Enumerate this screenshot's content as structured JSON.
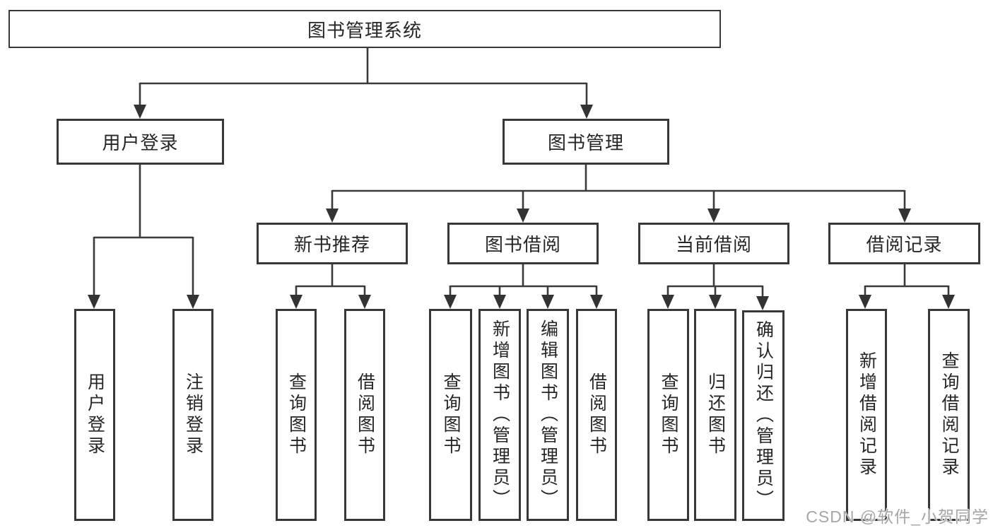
{
  "diagram": {
    "root": {
      "label": "图书管理系统"
    },
    "left_branch": {
      "label": "用户登录",
      "children": [
        {
          "label": "用户登录"
        },
        {
          "label": "注销登录"
        }
      ]
    },
    "right_branch": {
      "label": "图书管理",
      "groups": [
        {
          "label": "新书推荐",
          "children": [
            {
              "label": "查询图书"
            },
            {
              "label": "借阅图书"
            }
          ]
        },
        {
          "label": "图书借阅",
          "children": [
            {
              "label": "查询图书"
            },
            {
              "label": "新增图书（管理员）"
            },
            {
              "label": "编辑图书（管理员）"
            },
            {
              "label": "借阅图书"
            }
          ]
        },
        {
          "label": "当前借阅",
          "children": [
            {
              "label": "查询图书"
            },
            {
              "label": "归还图书"
            },
            {
              "label": "确认归还（管理员）"
            }
          ]
        },
        {
          "label": "借阅记录",
          "children": [
            {
              "label": "新增借阅记录"
            },
            {
              "label": "查询借阅记录"
            }
          ]
        }
      ]
    }
  },
  "watermark": {
    "text": "CSDN @软件_小贺同学"
  },
  "colors": {
    "line": "#3a3a3a",
    "arrow": "#333333",
    "text": "#262626",
    "watermark": "#a6a6a6",
    "background": "#ffffff"
  }
}
